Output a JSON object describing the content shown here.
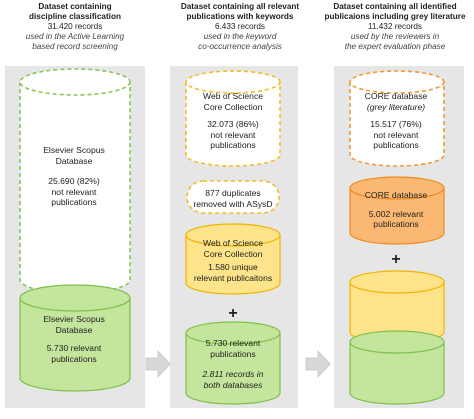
{
  "colors": {
    "panel": "#e6e6e6",
    "yellow_fill": "#fde48a",
    "yellow_stroke": "#f0b400",
    "orange_fill": "#fbb873",
    "orange_stroke": "#ee8a1e",
    "green_fill": "#c3e59c",
    "green_stroke": "#7ec04a",
    "dashed_white": "#ffffff",
    "dashed_green_stroke": "#8cc65a",
    "dashed_yellow_stroke": "#f2be2a",
    "dashed_orange_stroke": "#f29a3a",
    "arrow": "#d8d8d8"
  },
  "columns": [
    {
      "title_lines": [
        "Dataset containing",
        "discipline classification"
      ],
      "count": "31.420 records",
      "usage_lines": [
        "used in the Active Learning",
        "based record screening"
      ],
      "top_cylinder": [
        "Elsevier Scopus",
        "Database",
        "",
        "25.690 (82%)",
        "not relevant",
        "publications"
      ],
      "bottom_cylinder": [
        "Elsevier Scopus",
        "Database",
        "",
        "5.730 relevant",
        "publications"
      ]
    },
    {
      "title_lines": [
        "Dataset containing all relevant",
        "publications with keywords"
      ],
      "count": "6.433 records",
      "usage_lines": [
        "used in the keyword",
        "co-occurrence analysis"
      ],
      "dashed_top": [
        "Web of Science",
        "Core Collection",
        "",
        "32.073 (86%)",
        "not relevant",
        "publications"
      ],
      "duplicates": [
        "877 duplicates",
        "removed with ASysD"
      ],
      "wos_cylinder": [
        "Web of Science",
        "Core Collection",
        "1.580 unique",
        "relevant publicaitons"
      ],
      "plus": "+",
      "bottom_cylinder": [
        "5.730 relevant",
        "publications"
      ],
      "bottom_note": [
        "2.811 records in",
        "both databases"
      ]
    },
    {
      "title_lines": [
        "Dataset containing all identified",
        "publicaions including grey literature"
      ],
      "count": "11.432 records",
      "usage_lines": [
        "used by the reviewers in",
        "the expert evaluation phase"
      ],
      "dashed_top": [
        "CORE database",
        "(grey literature)",
        "",
        "15.517 (76%)",
        "not relevant",
        "publications"
      ],
      "core_cylinder": [
        "CORE database",
        "",
        "5.002 relevant",
        "publications"
      ],
      "plus": "+"
    }
  ]
}
